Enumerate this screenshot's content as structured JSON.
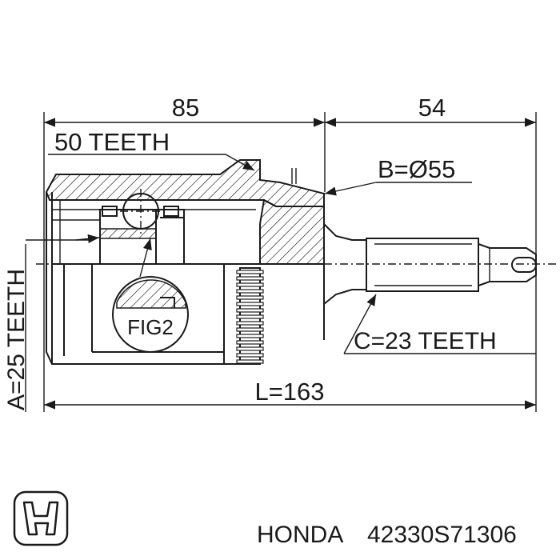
{
  "labels": {
    "dim_85": "85",
    "dim_54": "54",
    "teeth_50": "50 TEETH",
    "diameter_b": "B=Ø55",
    "teeth_a": "A=25 TEETH",
    "fig": "FIG2",
    "teeth_c": "C=23 TEETH",
    "length_l": "L=163"
  },
  "footer": {
    "brand": "HONDA",
    "part_number": "42330S71306"
  }
}
